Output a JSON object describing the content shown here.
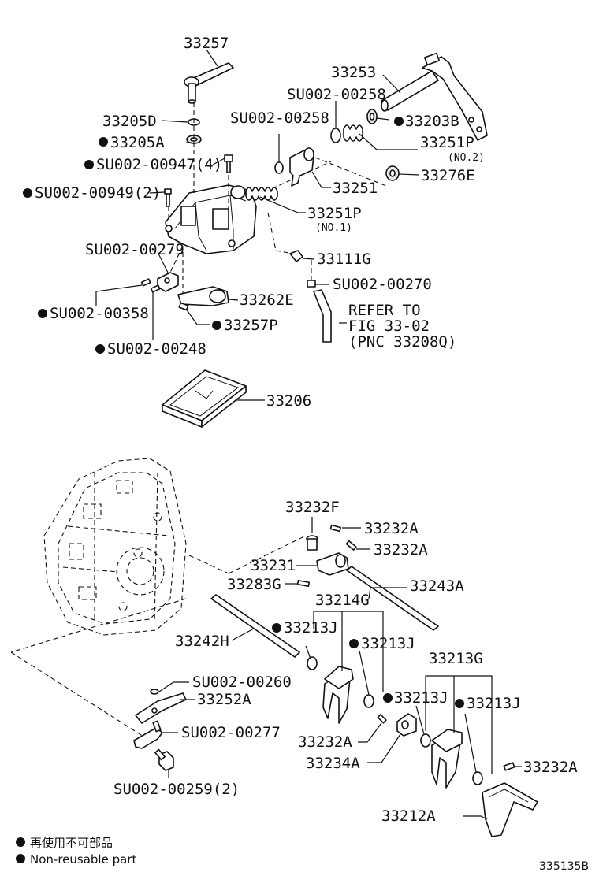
{
  "labels": {
    "p33257": "33257",
    "p33253": "33253",
    "su00258a": "SU002-00258",
    "p33205d": "33205D",
    "su00258b": "SU002-00258",
    "p33203b": "33203B",
    "p33205a": "33205A",
    "p33251p_no2": "33251P",
    "p33251p_no2_sub": "(NO.2)",
    "su00947": "SU002-00947(4)",
    "p33276e": "33276E",
    "p33251": "33251",
    "su00949": "SU002-00949(2)",
    "p33251p_no1": "33251P",
    "p33251p_no1_sub": "(NO.1)",
    "su00279": "SU002-00279",
    "p33111g": "33111G",
    "su00270": "SU002-00270",
    "p33262e": "33262E",
    "su00358": "SU002-00358",
    "refer1": "REFER TO",
    "refer2": "FIG 33-02",
    "refer3": "(PNC 33208Q)",
    "p33257p": "33257P",
    "su00248": "SU002-00248",
    "p33206": "33206",
    "p33232f": "33232F",
    "p33232a_1": "33232A",
    "p33232a_2": "33232A",
    "p33231": "33231",
    "p33283g": "33283G",
    "p33243a": "33243A",
    "p33214g": "33214G",
    "p33213j_1": "33213J",
    "p33242h": "33242H",
    "p33213j_2": "33213J",
    "p33213g": "33213G",
    "su00260": "SU002-00260",
    "p33213j_3": "33213J",
    "p33213j_4": "33213J",
    "p33252a": "33252A",
    "su00277": "SU002-00277",
    "p33232a_3": "33232A",
    "p33234a": "33234A",
    "p33232a_4": "33232A",
    "su00259": "SU002-00259(2)",
    "p33212a": "33212A"
  },
  "legend": {
    "jp": "再使用不可部品",
    "en": "Non-reusable part"
  },
  "figure_code": "335135B"
}
